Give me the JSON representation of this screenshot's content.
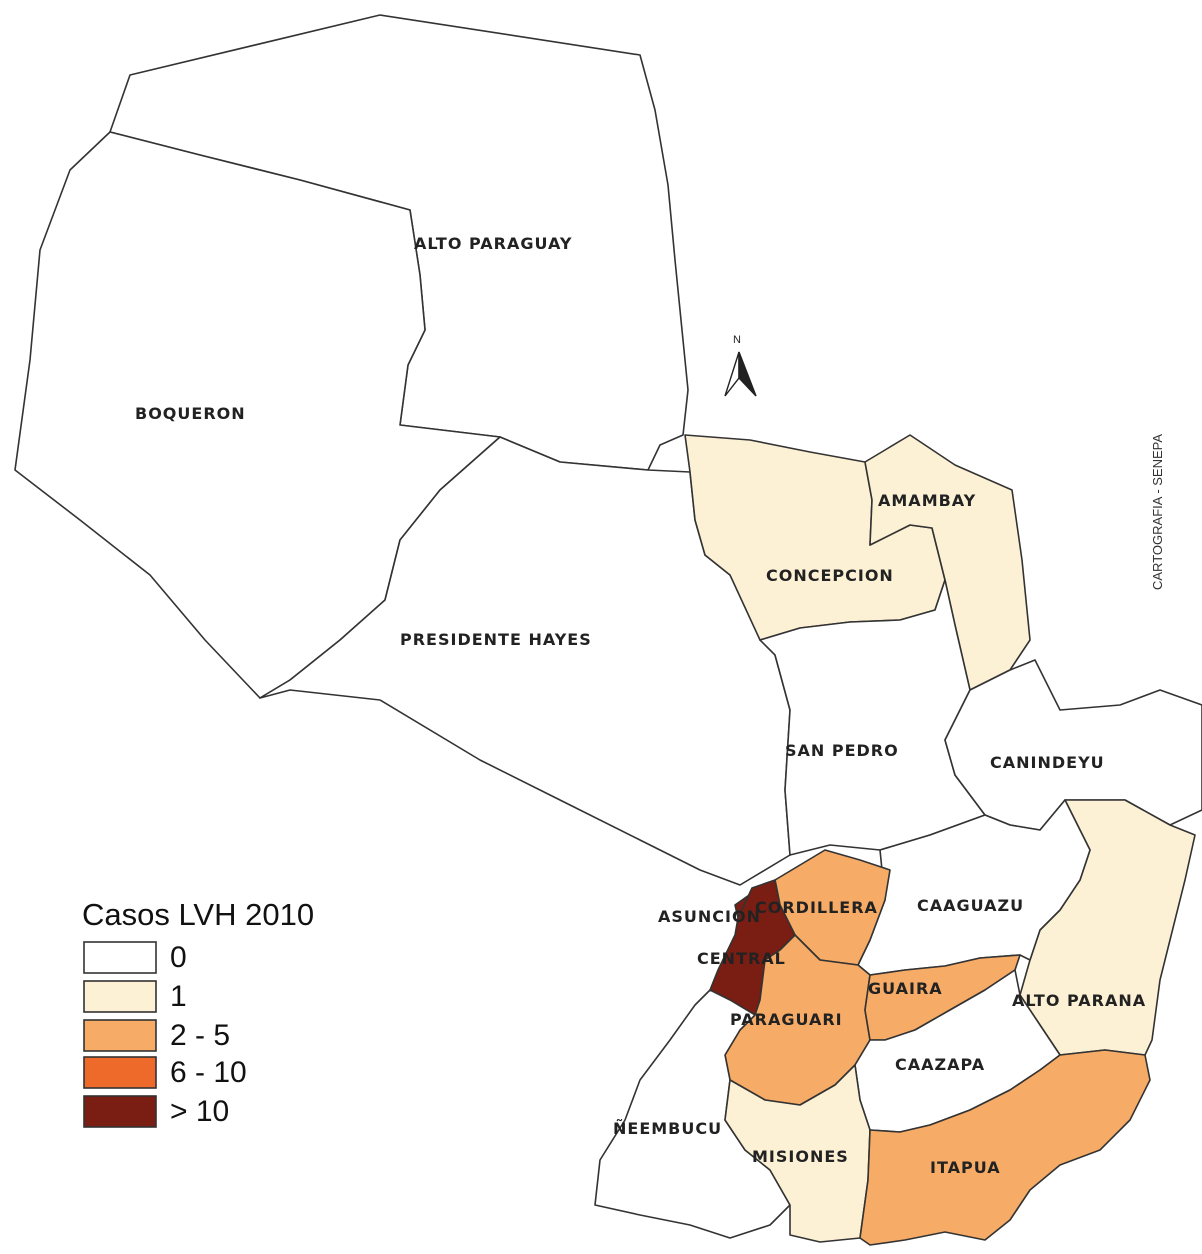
{
  "colors": {
    "zero": "#ffffff",
    "one": "#fdf1d5",
    "two_five": "#f6ab66",
    "six_ten": "#ee6a2b",
    "over_ten": "#7a1d12"
  },
  "legend": {
    "title": "Casos LVH 2010",
    "classes": [
      {
        "label": "0",
        "color_key": "zero"
      },
      {
        "label": "1",
        "color_key": "one"
      },
      {
        "label": "2 - 5",
        "color_key": "two_five"
      },
      {
        "label": "6 - 10",
        "color_key": "six_ten"
      },
      {
        "label": "> 10",
        "color_key": "over_ten"
      }
    ]
  },
  "departments": [
    {
      "id": "alto-paraguay",
      "label": "ALTO PARAGUAY",
      "class": "zero"
    },
    {
      "id": "boqueron",
      "label": "BOQUERON",
      "class": "zero"
    },
    {
      "id": "presidente-hayes",
      "label": "PRESIDENTE HAYES",
      "class": "zero"
    },
    {
      "id": "concepcion",
      "label": "CONCEPCION",
      "class": "one"
    },
    {
      "id": "amambay",
      "label": "AMAMBAY",
      "class": "one"
    },
    {
      "id": "san-pedro",
      "label": "SAN PEDRO",
      "class": "zero"
    },
    {
      "id": "canindeyu",
      "label": "CANINDEYU",
      "class": "zero"
    },
    {
      "id": "alto-parana",
      "label": "ALTO PARANA",
      "class": "one"
    },
    {
      "id": "caaguazu",
      "label": "CAAGUAZU",
      "class": "zero"
    },
    {
      "id": "cordillera",
      "label": "CORDILLERA",
      "class": "two_five"
    },
    {
      "id": "asuncion",
      "label": "ASUNCION",
      "class": "over_ten"
    },
    {
      "id": "central",
      "label": "CENTRAL",
      "class": "over_ten"
    },
    {
      "id": "guaira",
      "label": "GUAIRA",
      "class": "two_five"
    },
    {
      "id": "paraguari",
      "label": "PARAGUARI",
      "class": "two_five"
    },
    {
      "id": "caazapa",
      "label": "CAAZAPA",
      "class": "zero"
    },
    {
      "id": "neembucu",
      "label": "ÑEEMBUCU",
      "class": "zero"
    },
    {
      "id": "misiones",
      "label": "MISIONES",
      "class": "one"
    },
    {
      "id": "itapua",
      "label": "ITAPUA",
      "class": "two_five"
    }
  ],
  "north_arrow": {
    "label": "N"
  },
  "credit": "CARTOGRAFIA - SENEPA"
}
